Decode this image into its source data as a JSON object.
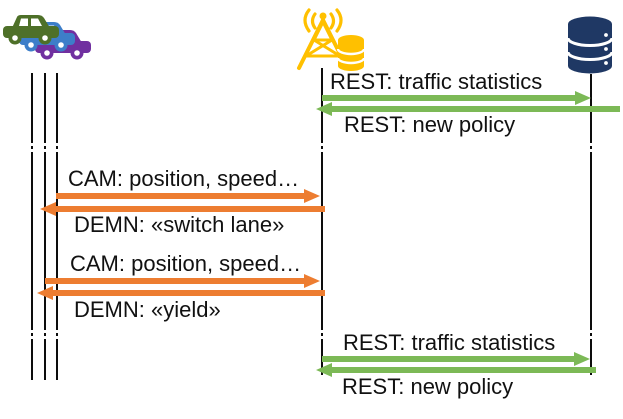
{
  "palette": {
    "rest_arrow_green": "#7cb956",
    "v2x_arrow_orange": "#ed7d31",
    "lifeline_black": "#0d0d0d",
    "tower_yellow": "#FFC000",
    "database_navy": "#1F3864",
    "car_green": "#4E7028",
    "car_blue": "#3D7EC9",
    "car_purple": "#7030A0"
  },
  "actors": [
    {
      "id": "vehicles",
      "icon": "cars-icon",
      "lifeline_count": 3
    },
    {
      "id": "roadside-base-station",
      "icon": "radio-tower-icon",
      "lifeline_count": 1
    },
    {
      "id": "traffic-database",
      "icon": "database-icon",
      "lifeline_count": 1
    }
  ],
  "messages": [
    {
      "label": "REST: traffic statistics",
      "protocol": "REST",
      "direction": "right",
      "color": "green"
    },
    {
      "label": "REST: new policy",
      "protocol": "REST",
      "direction": "left",
      "color": "green"
    },
    {
      "label": "CAM: position, speed…",
      "protocol": "CAM",
      "direction": "right",
      "color": "orange"
    },
    {
      "label": "DEMN: «switch lane»",
      "protocol": "DEMN",
      "direction": "left",
      "color": "orange"
    },
    {
      "label": "CAM: position, speed…",
      "protocol": "CAM",
      "direction": "right",
      "color": "orange"
    },
    {
      "label": "DEMN: «yield»",
      "protocol": "DEMN",
      "direction": "left",
      "color": "orange"
    },
    {
      "label": "REST: traffic statistics",
      "protocol": "REST",
      "direction": "right",
      "color": "green"
    },
    {
      "label": "REST: new policy",
      "protocol": "REST",
      "direction": "left",
      "color": "green"
    }
  ]
}
